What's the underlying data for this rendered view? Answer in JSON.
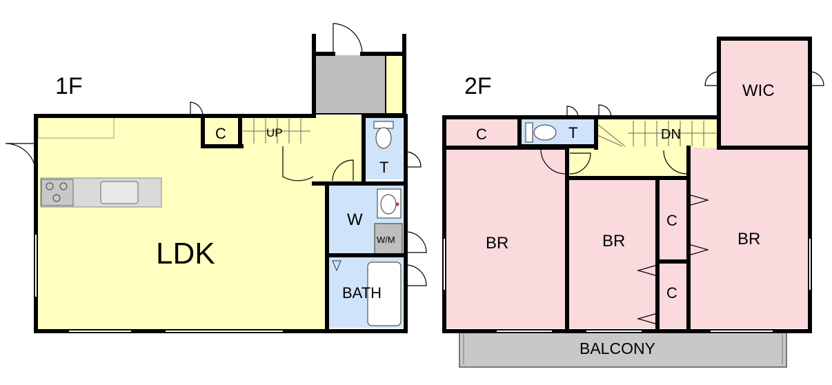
{
  "floors": {
    "first": {
      "label": "1F",
      "rooms": {
        "ldk": "LDK",
        "closet": "C",
        "stairs_up": "UP",
        "toilet": "T",
        "washroom": "W",
        "washing_machine": "W/M",
        "bath": "BATH"
      }
    },
    "second": {
      "label": "2F",
      "rooms": {
        "closet_a": "C",
        "toilet": "T",
        "stairs_down": "DN",
        "walk_in_closet": "WIC",
        "bedroom_a": "BR",
        "bedroom_b": "BR",
        "bedroom_c": "BR",
        "closet_b": "C",
        "closet_c": "C",
        "balcony": "BALCONY"
      }
    }
  },
  "colors": {
    "wall": "#000000",
    "yellow_zone": "#ffffc0",
    "blue_zone": "#cfe4fa",
    "pink_zone": "#fadadd",
    "gray_zone": "#bebebe",
    "balcony_gray": "#c8c8c8"
  }
}
